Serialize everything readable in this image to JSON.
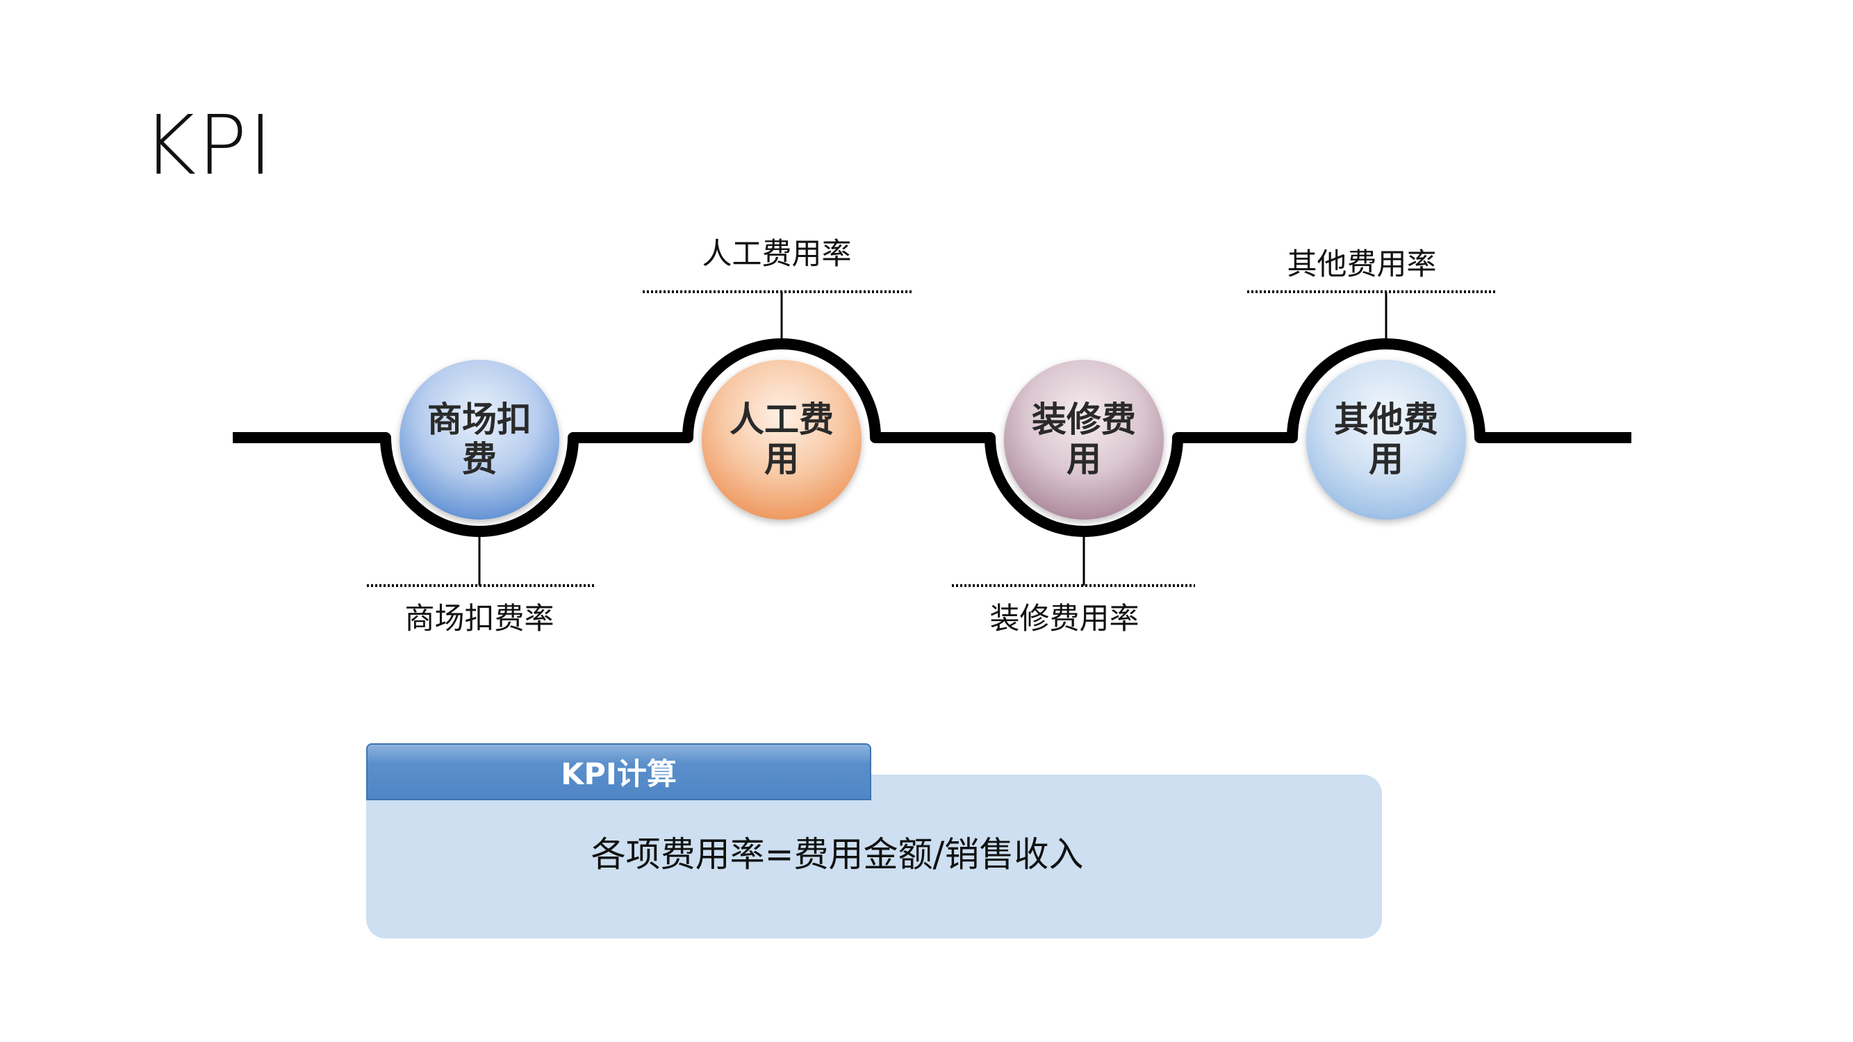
{
  "title": "KPI",
  "stages": [
    {
      "circle_text": "商场扣费",
      "rate_label": "商场扣费率",
      "color": "#2d64c0"
    },
    {
      "circle_text": "人工费用",
      "rate_label": "人工费用率",
      "color": "#e27a35"
    },
    {
      "circle_text": "装修费用",
      "rate_label": "装修费用率",
      "color": "#8a5f76"
    },
    {
      "circle_text": "其他费用",
      "rate_label": "其他费用率",
      "color": "#6d9fd6"
    }
  ],
  "calculation": {
    "header": "KPI计算",
    "formula": "各项费用率=费用金额/销售收入",
    "header_color": "#4f86c5",
    "box_color": "#cddff0"
  }
}
